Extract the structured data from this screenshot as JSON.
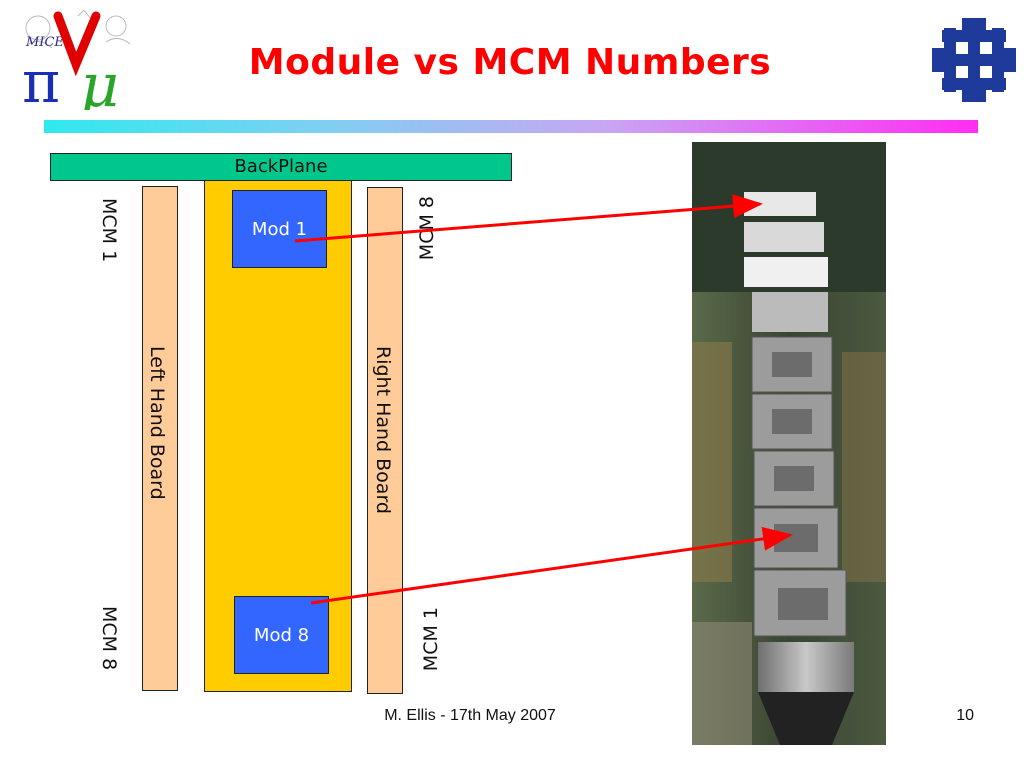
{
  "slide": {
    "title": "Module vs MCM Numbers",
    "footer": "M. Ellis - 17th May 2007",
    "page_number": "10"
  },
  "diagram": {
    "backplane_label": "BackPlane",
    "left_board_label": "Left Hand Board",
    "right_board_label": "Right Hand Board",
    "left_top_mcm": "MCM 1",
    "left_bottom_mcm": "MCM 8",
    "right_top_mcm": "MCM 8",
    "right_bottom_mcm": "MCM 1",
    "module_top": "Mod 1",
    "module_bottom": "Mod 8"
  },
  "logos": {
    "mice_text": "MICE"
  },
  "colors": {
    "title": "#ff0000",
    "backplane": "#00c88c",
    "module_area": "#ffcc00",
    "board": "#ffcc99",
    "module": "#3366ff",
    "arrow": "#ff0000"
  }
}
